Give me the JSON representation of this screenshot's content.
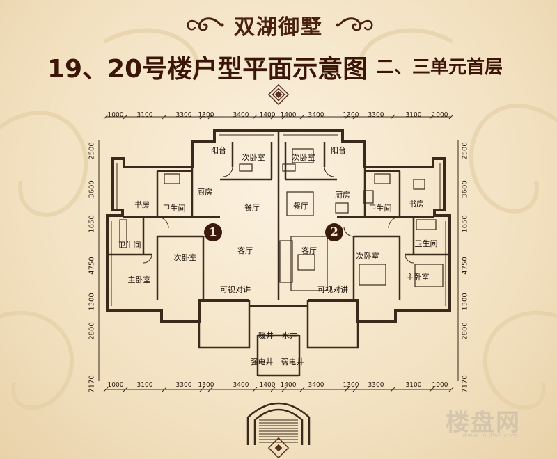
{
  "header": {
    "brand": "双湖御墅",
    "title": "19、20号楼户型平面示意图",
    "subtitle": "二、三单元首层"
  },
  "dimensions": {
    "top": [
      "1000",
      "3100",
      "3300",
      "1300",
      "3400",
      "1400",
      "1400",
      "3400",
      "1300",
      "3300",
      "3100",
      "1000"
    ],
    "bottom": [
      "1000",
      "3100",
      "3300",
      "1300",
      "3400",
      "1400",
      "1400",
      "3400",
      "1300",
      "3300",
      "3100",
      "1000"
    ],
    "left": [
      "2500",
      "3600",
      "1650",
      "4750",
      "1300",
      "2800",
      "7170"
    ],
    "right": [
      "2500",
      "3600",
      "1650",
      "4750",
      "1300",
      "2800",
      "7170"
    ]
  },
  "units": {
    "unit1": "1",
    "unit2": "2"
  },
  "rooms": {
    "u1": {
      "balcony": "阳台",
      "second_bedroom_top": "次卧室",
      "kitchen": "厨房",
      "study": "书房",
      "bathroom_top": "卫生间",
      "dining": "餐厅",
      "bathroom_side": "卫生间",
      "living": "客厅",
      "second_bedroom": "次卧室",
      "master_bedroom": "主卧室",
      "intercom": "可视对讲"
    },
    "u2": {
      "balcony": "阳台",
      "second_bedroom_top": "次卧室",
      "kitchen": "厨房",
      "dining": "餐厅",
      "bathroom_top": "卫生间",
      "study": "书房",
      "living": "客厅",
      "bathroom_side": "卫生间",
      "second_bedroom": "次卧室",
      "master_bedroom": "主卧室",
      "intercom": "可视对讲"
    },
    "core": {
      "heating_shaft": "暖井",
      "water_shaft": "水井",
      "strong_power_shaft": "强电井",
      "weak_power_shaft": "弱电井"
    }
  },
  "watermark": {
    "logo": "楼盘网",
    "url": "www.LouPan.com"
  },
  "colors": {
    "background": "#f3e2c2",
    "title": "#3b1508",
    "wall": "#3a2a1c",
    "badge": "#3a1a0c"
  }
}
